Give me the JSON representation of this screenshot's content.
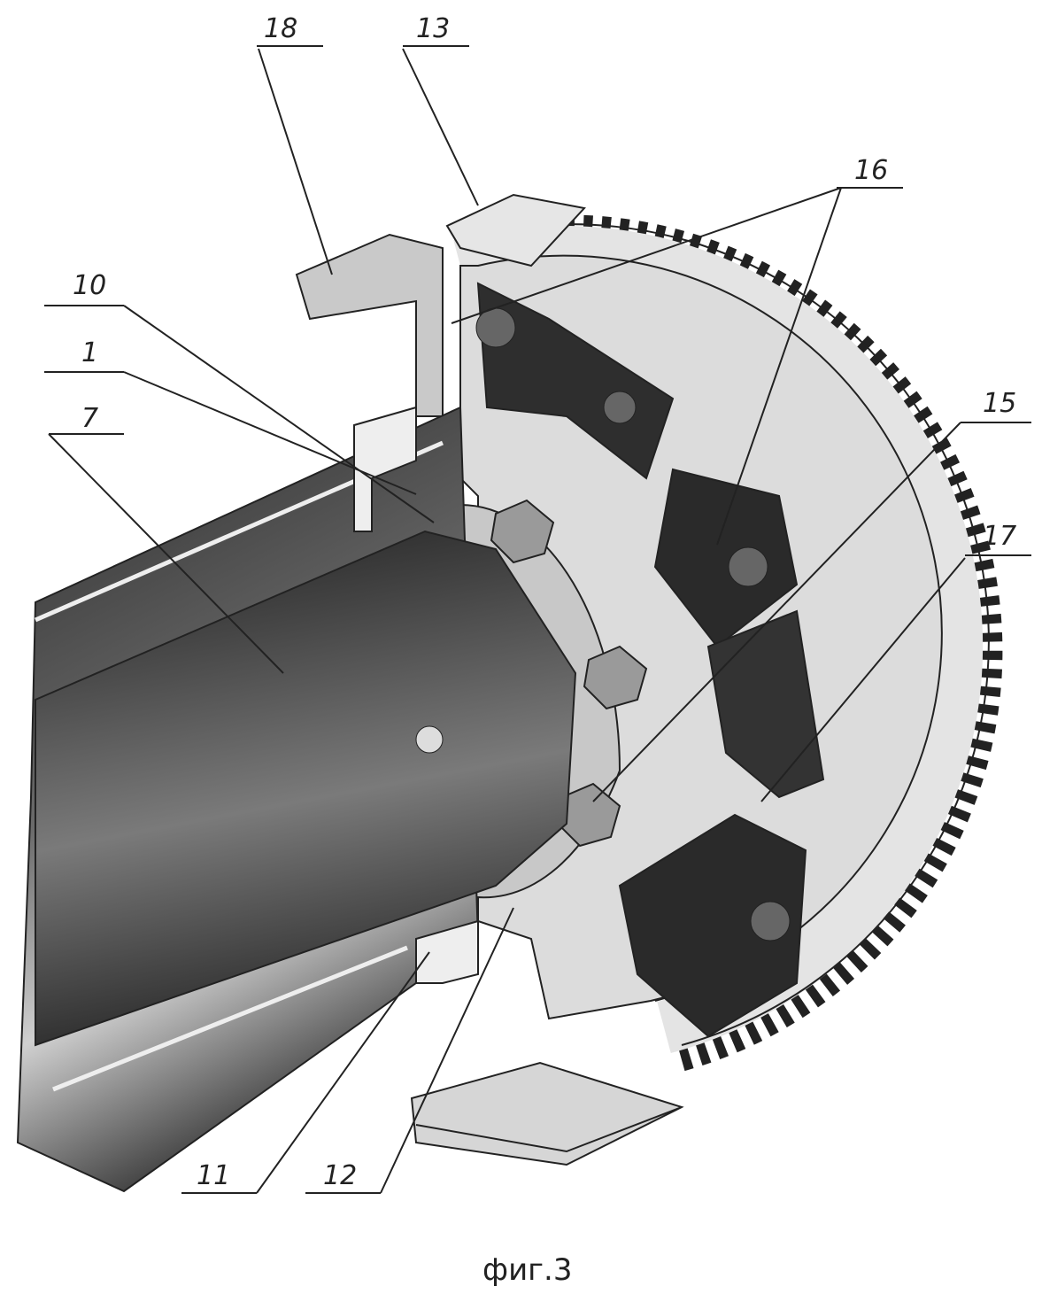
{
  "figure": {
    "caption": "фиг.3",
    "labels": [
      {
        "id": "label-18",
        "text": "18"
      },
      {
        "id": "label-13",
        "text": "13"
      },
      {
        "id": "label-16",
        "text": "16"
      },
      {
        "id": "label-10",
        "text": "10"
      },
      {
        "id": "label-1",
        "text": "1"
      },
      {
        "id": "label-7",
        "text": "7"
      },
      {
        "id": "label-15",
        "text": "15"
      },
      {
        "id": "label-17",
        "text": "17"
      },
      {
        "id": "label-11",
        "text": "11"
      },
      {
        "id": "label-12",
        "text": "12"
      }
    ]
  },
  "colors": {
    "ink": "#222222",
    "dark_metal": "#3a3a3a",
    "light_metal": "#e6e6e6",
    "mid_metal": "#9a9a9a"
  }
}
